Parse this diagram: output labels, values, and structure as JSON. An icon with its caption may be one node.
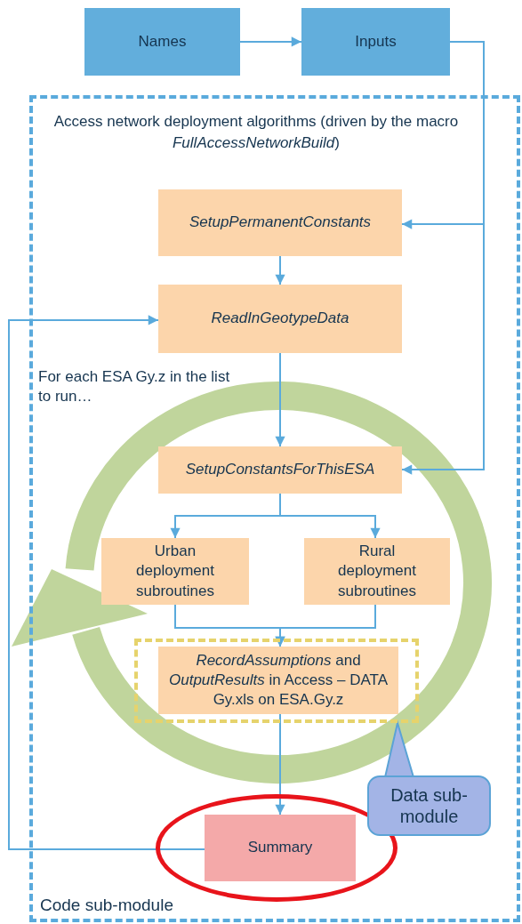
{
  "diagram": {
    "nodes": [
      {
        "text": [
          "Names"
        ]
      },
      {
        "text": [
          "Inputs"
        ]
      },
      {
        "text": [
          "Access network deployment algorithms (driven by the macro *FullAccessNetworkBuild*)",
          "Code sub-module"
        ]
      },
      {
        "text": [
          "SetupPermanentConstants"
        ],
        "in": 2
      },
      {
        "text": [
          "ReadInGeotypeData"
        ],
        "in": 2
      },
      {
        "text": [
          "SetupConstantsForThisESA"
        ],
        "in": 2
      },
      {
        "text": [
          "Urban deployment subroutines"
        ],
        "in": 2
      },
      {
        "text": [
          "Rural deployment subroutines"
        ],
        "in": 2
      },
      {
        "text": [],
        "shape": "box",
        "in": 2
      },
      {
        "text": [
          "*RecordAssumptions* and *OutputResults* in Access – DATA Gy.xls on ESA.Gy.z"
        ],
        "in": 8
      },
      {
        "text": [],
        "shape": "circle",
        "in": 2
      },
      {
        "text": [
          "Summary"
        ],
        "in": 10
      },
      {
        "text": [
          "Data sub-module"
        ],
        "in": 2
      }
    ],
    "edges": [
      {
        "from": 0,
        "to": 1,
        "arrow": "to"
      },
      {
        "from": 1,
        "to": 3,
        "arrow": "to"
      },
      {
        "from": 1,
        "to": 5,
        "arrow": "to"
      },
      {
        "from": 3,
        "to": 4,
        "arrow": "to"
      },
      {
        "from": 4,
        "to": 5,
        "arrow": "to"
      },
      {
        "from": 5,
        "to": 6,
        "arrow": "to"
      },
      {
        "from": 5,
        "to": 7,
        "arrow": "to"
      },
      {
        "from": 6,
        "to": 9,
        "arrow": "to"
      },
      {
        "from": 7,
        "to": 9,
        "arrow": "to"
      },
      {
        "from": 9,
        "to": 11,
        "arrow": "to"
      },
      {
        "from": 11,
        "to": 4,
        "arrow": "to"
      },
      {
        "from": 12,
        "to": 8,
        "arrow": "none"
      }
    ],
    "labels": [
      "For each ESA Gy.z in the list to run…"
    ]
  }
}
